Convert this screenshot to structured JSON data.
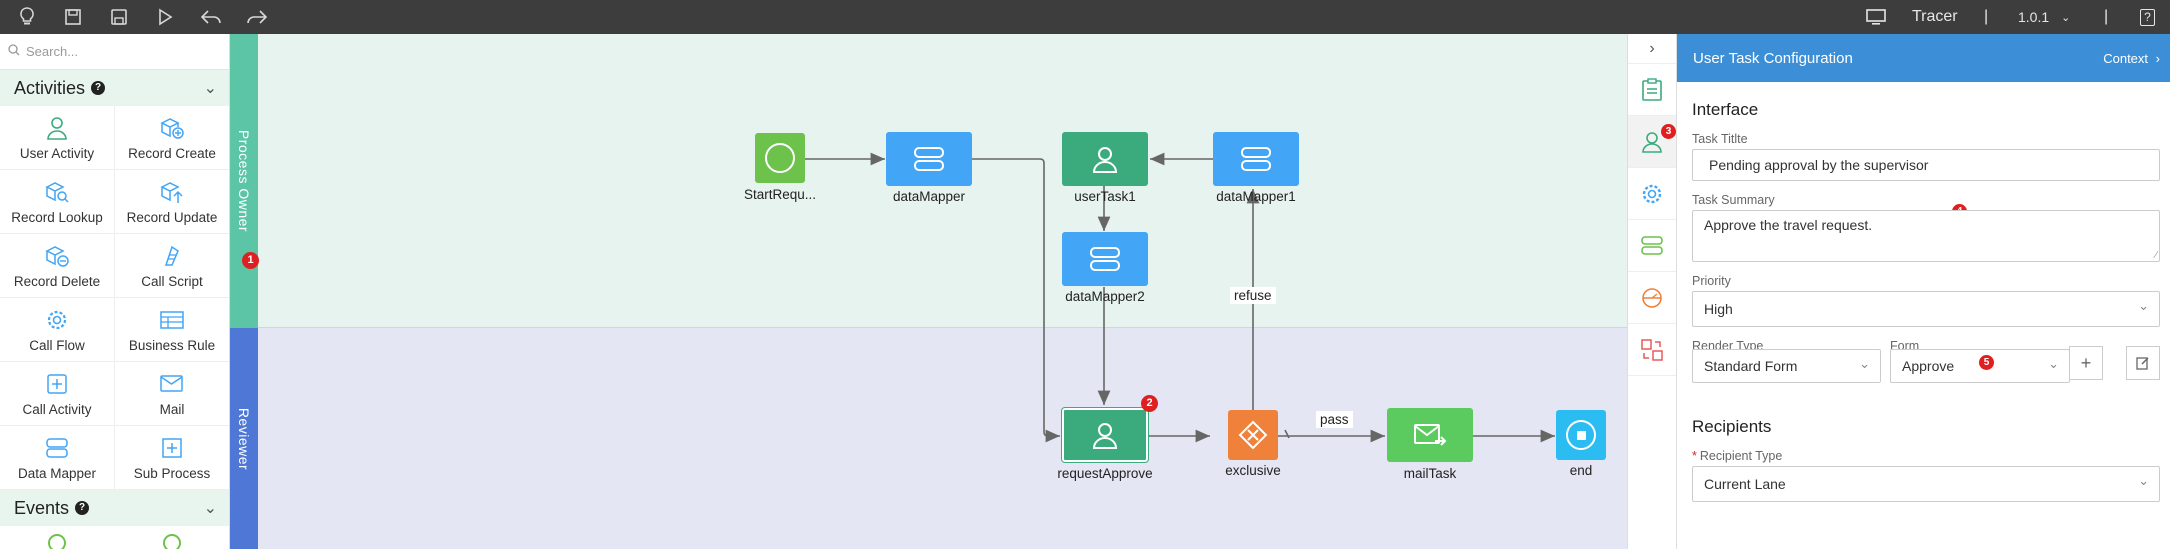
{
  "toolbar": {
    "icons": [
      "lightbulb-icon",
      "save-icon",
      "save-as-icon",
      "play-icon",
      "undo-icon",
      "redo-icon"
    ],
    "tracer_label": "Tracer",
    "separator": "|",
    "version": "1.0.1",
    "help_label": "?"
  },
  "palette": {
    "search_placeholder": "Search...",
    "activities_title": "Activities",
    "events_title": "Events",
    "help_glyph": "?",
    "tools": [
      {
        "label": "User Activity",
        "icon": "user-icon"
      },
      {
        "label": "Record Create",
        "icon": "record-create-icon"
      },
      {
        "label": "Record Lookup",
        "icon": "record-lookup-icon"
      },
      {
        "label": "Record Update",
        "icon": "record-update-icon"
      },
      {
        "label": "Record Delete",
        "icon": "record-delete-icon"
      },
      {
        "label": "Call Script",
        "icon": "script-icon"
      },
      {
        "label": "Call Flow",
        "icon": "gear-icon"
      },
      {
        "label": "Business Rule",
        "icon": "table-icon"
      },
      {
        "label": "Call Activity",
        "icon": "plus-icon"
      },
      {
        "label": "Mail",
        "icon": "mail-icon"
      },
      {
        "label": "Data Mapper",
        "icon": "data-mapper-icon"
      },
      {
        "label": "Sub Process",
        "icon": "plus-box-icon"
      }
    ]
  },
  "canvas": {
    "lanes": [
      {
        "label": "Process Owner",
        "color": "#5cc5a6"
      },
      {
        "label": "Reviewer",
        "color": "#4f78d6"
      }
    ],
    "badges": [
      "1",
      "2",
      "3",
      "4",
      "5"
    ],
    "nodes": {
      "start": "StartRequ...",
      "data_mapper": "dataMapper",
      "user_task1": "userTask1",
      "data_mapper1": "dataMapper1",
      "data_mapper2": "dataMapper2",
      "request_approve": "requestApprove",
      "exclusive": "exclusive",
      "mail_task": "mailTask",
      "end": "end"
    },
    "edges": {
      "refuse": "refuse",
      "pass": "pass"
    },
    "colors": {
      "start": "#6dc24b",
      "data_mapper": "#42a5f5",
      "user_task": "#3bab7e",
      "gateway": "#f0813a",
      "mail": "#5ccb5f",
      "end": "#2bbdf2"
    }
  },
  "rail": {
    "icons": [
      "clipboard-icon",
      "user-icon",
      "gear-icon",
      "data-mapper-icon",
      "clock-icon",
      "exchange-icon"
    ]
  },
  "panel": {
    "header_title": "User Task Configuration",
    "context_label": "Context",
    "interface_title": "Interface",
    "task_title_label": "Task Titlte",
    "task_title_value": "Pending approval by the supervisor",
    "task_summary_label": "Task Summary",
    "task_summary_value": "Approve the travel request.",
    "priority_label": "Priority",
    "priority_value": "High",
    "render_type_label": "Render Type",
    "render_type_value": "Standard Form",
    "form_label": "Form",
    "form_value": "Approve",
    "recipients_title": "Recipients",
    "required_mark": "*",
    "recipient_type_label": "Recipient Type",
    "recipient_type_value": "Current Lane"
  }
}
